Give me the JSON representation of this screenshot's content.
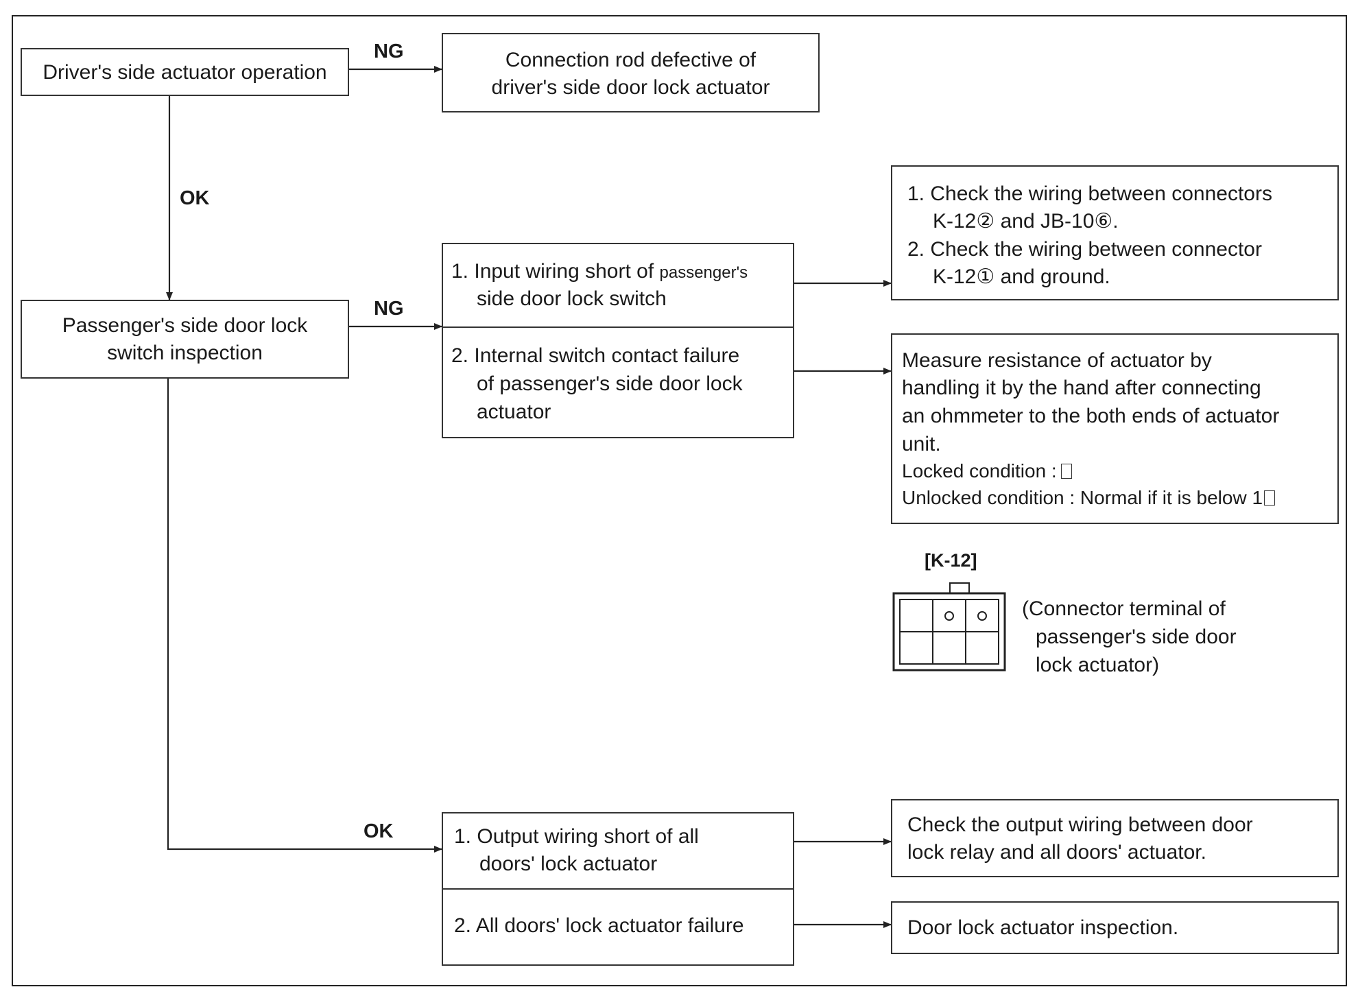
{
  "labels": {
    "ng_1": "NG",
    "ok_1": "OK",
    "ng_2": "NG",
    "ok_2": "OK"
  },
  "nodes": {
    "driver_actuator": "Driver's side actuator operation",
    "connection_rod": [
      "Connection rod defective of",
      "driver's side door lock actuator"
    ],
    "passenger_switch": [
      "Passenger's side door lock",
      "switch inspection"
    ],
    "input_wiring": {
      "line1_main": "1. Input wiring short of ",
      "line1_small": "passenger's",
      "line2": "side door lock switch"
    },
    "internal_contact": [
      "2. Internal switch contact failure",
      "of passenger's side door lock",
      "actuator"
    ],
    "check_wiring": {
      "line1": "1. Check the wiring between connectors",
      "line2_a": "K-12",
      "line2_c1": "②",
      "line2_b": " and JB-10",
      "line2_c2": "⑥",
      "line2_end": ".",
      "line3": "2. Check the wiring between connector",
      "line4_a": "K-12",
      "line4_c": "①",
      "line4_b": " and ground."
    },
    "measure_resistance": {
      "lines": [
        "Measure resistance of actuator by",
        "handling it by the hand after connecting",
        "an ohmmeter to the both ends of actuator",
        "unit."
      ],
      "locked": "Locked condition :",
      "unlocked": "Unlocked condition : Normal if it is below 1"
    },
    "output_wiring": [
      "1. Output wiring short of all",
      "doors' lock actuator"
    ],
    "all_doors_failure": "2. All doors' lock actuator failure",
    "check_output": [
      "Check the output wiring between door",
      "lock relay and all doors' actuator."
    ],
    "door_lock_inspection": "Door lock actuator inspection."
  },
  "connector": {
    "title": "[K-12]",
    "caption": [
      "(Connector terminal of",
      "passenger's side door",
      "lock actuator)"
    ]
  }
}
